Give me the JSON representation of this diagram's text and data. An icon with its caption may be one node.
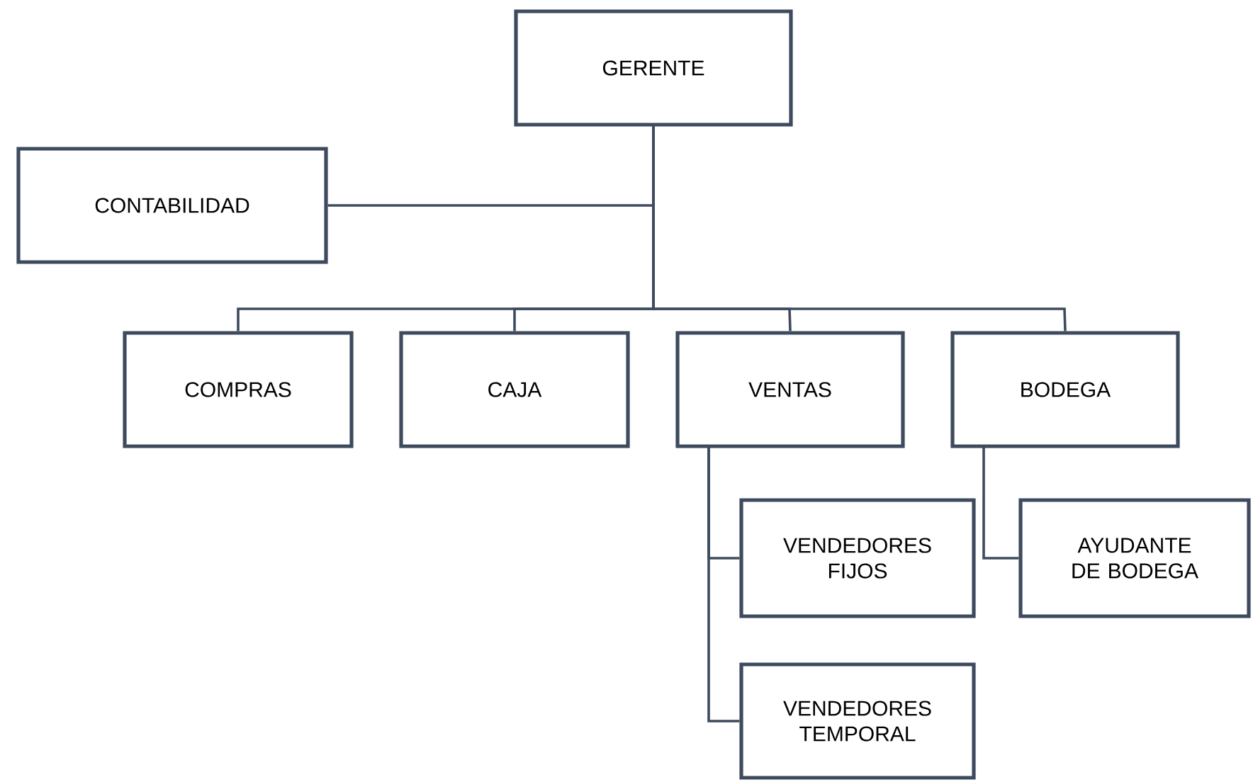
{
  "diagram": {
    "nodes": [
      {
        "text": [
          "GERENTE"
        ]
      },
      {
        "text": [
          "CONTABILIDAD"
        ]
      },
      {
        "text": [
          "COMPRAS"
        ]
      },
      {
        "text": [
          "CAJA"
        ]
      },
      {
        "text": [
          "VENTAS"
        ]
      },
      {
        "text": [
          "BODEGA"
        ]
      },
      {
        "text": [
          "VENDEDORES FIJOS"
        ]
      },
      {
        "text": [
          "AYUDANTE DE BODEGA"
        ]
      },
      {
        "text": [
          "VENDEDORES TEMPORAL"
        ]
      }
    ],
    "edges": [
      {
        "from": 0,
        "to": 1,
        "arrow": "none"
      },
      {
        "from": 0,
        "to": 2,
        "arrow": "none"
      },
      {
        "from": 0,
        "to": 3,
        "arrow": "none"
      },
      {
        "from": 0,
        "to": 4,
        "arrow": "none"
      },
      {
        "from": 0,
        "to": 5,
        "arrow": "none"
      },
      {
        "from": 4,
        "to": 6,
        "arrow": "none"
      },
      {
        "from": 4,
        "to": 8,
        "arrow": "none"
      },
      {
        "from": 5,
        "to": 7,
        "arrow": "none"
      }
    ]
  }
}
